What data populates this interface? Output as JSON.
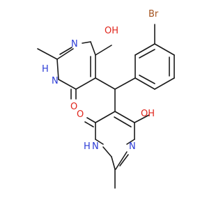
{
  "molecule": {
    "atom_labels": {
      "br": "Br",
      "oh_top": "OH",
      "o_left": "O",
      "n_top_right": "N",
      "nh_top_left": "H",
      "nh_top_left_n": "N",
      "o_bottom_left": "O",
      "oh_bottom": "OH",
      "nh_bottom_left": "H",
      "nh_bottom_left_n": "N",
      "n_bottom_right": "N"
    },
    "colors": {
      "carbon_bond": "#1a1a1a",
      "nitrogen": "#2b3bd6",
      "oxygen": "#e0241b",
      "bromine": "#a3521d"
    }
  }
}
